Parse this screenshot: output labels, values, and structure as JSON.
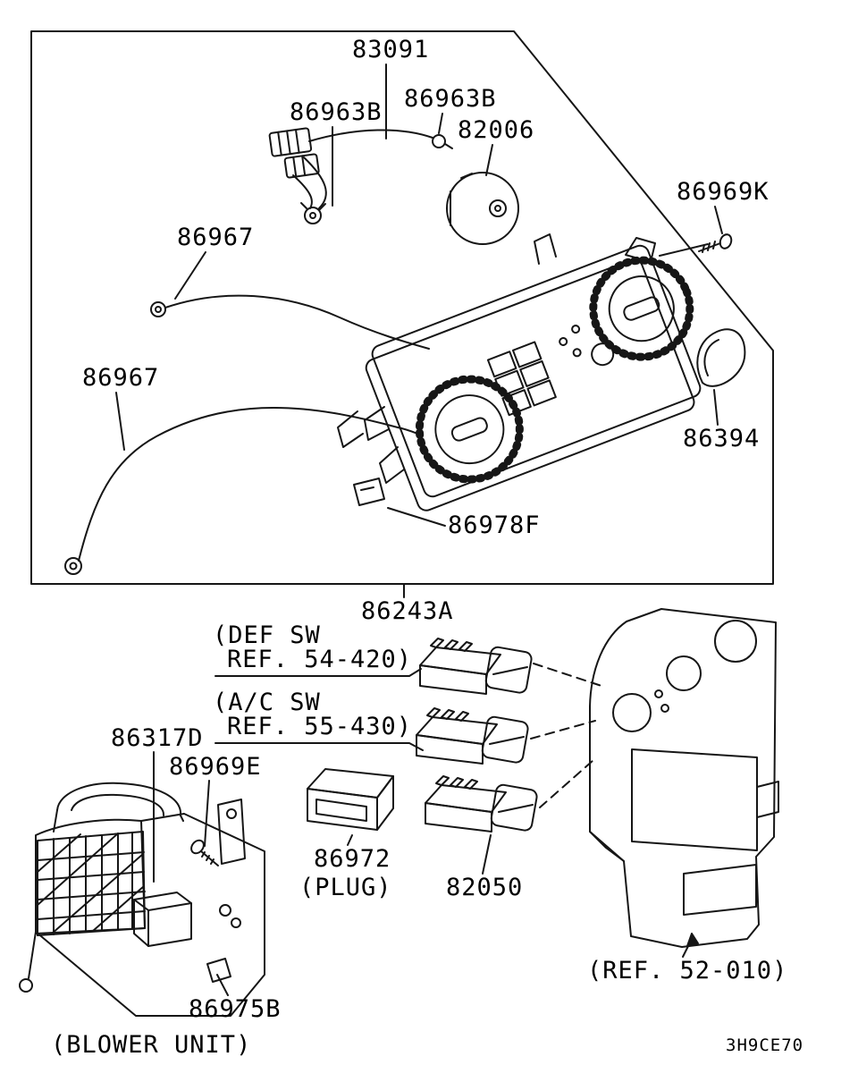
{
  "page": {
    "code": "3H9CE70"
  },
  "labels": {
    "p83091": "83091",
    "p86963B_a": "86963B",
    "p86963B_b": "86963B",
    "p82006": "82006",
    "p86969K": "86969K",
    "p86967_a": "86967",
    "p86967_b": "86967",
    "p86394": "86394",
    "p86978F": "86978F",
    "p86243A": "86243A",
    "def_line1": "(DEF SW",
    "def_line2": "REF. 54-420)",
    "ac_line1": "(A/C SW",
    "ac_line2": "REF. 55-430)",
    "p86317D": "86317D",
    "p86969E": "86969E",
    "p86972": "86972",
    "plug_note": "(PLUG)",
    "p82050": "82050",
    "ref_console": "(REF. 52-010)",
    "p86975B": "86975B",
    "blower_caption": "(BLOWER UNIT)"
  }
}
